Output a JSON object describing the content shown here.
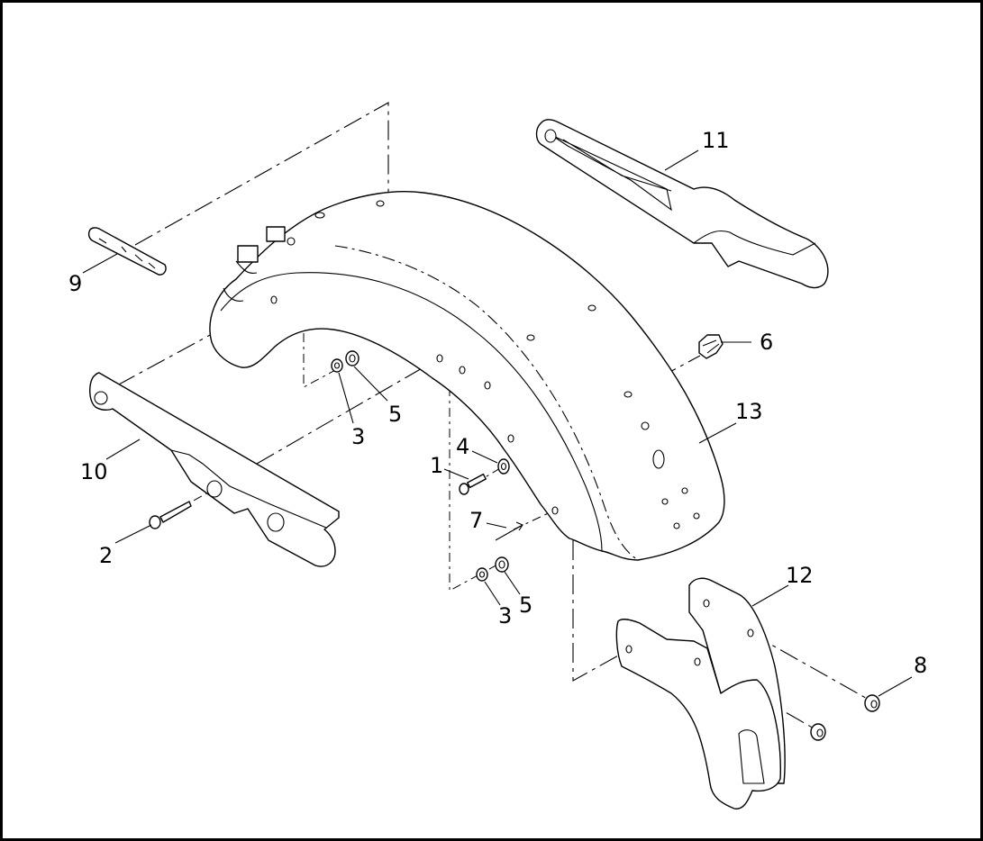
{
  "diagram": {
    "callouts": [
      {
        "id": "c1",
        "label": "1"
      },
      {
        "id": "c2",
        "label": "2"
      },
      {
        "id": "c3a",
        "label": "3"
      },
      {
        "id": "c3b",
        "label": "3"
      },
      {
        "id": "c4",
        "label": "4"
      },
      {
        "id": "c5a",
        "label": "5"
      },
      {
        "id": "c5b",
        "label": "5"
      },
      {
        "id": "c6",
        "label": "6"
      },
      {
        "id": "c7",
        "label": "7"
      },
      {
        "id": "c8",
        "label": "8"
      },
      {
        "id": "c9",
        "label": "9"
      },
      {
        "id": "c10",
        "label": "10"
      },
      {
        "id": "c11",
        "label": "11"
      },
      {
        "id": "c12",
        "label": "12"
      },
      {
        "id": "c13",
        "label": "13"
      }
    ]
  }
}
